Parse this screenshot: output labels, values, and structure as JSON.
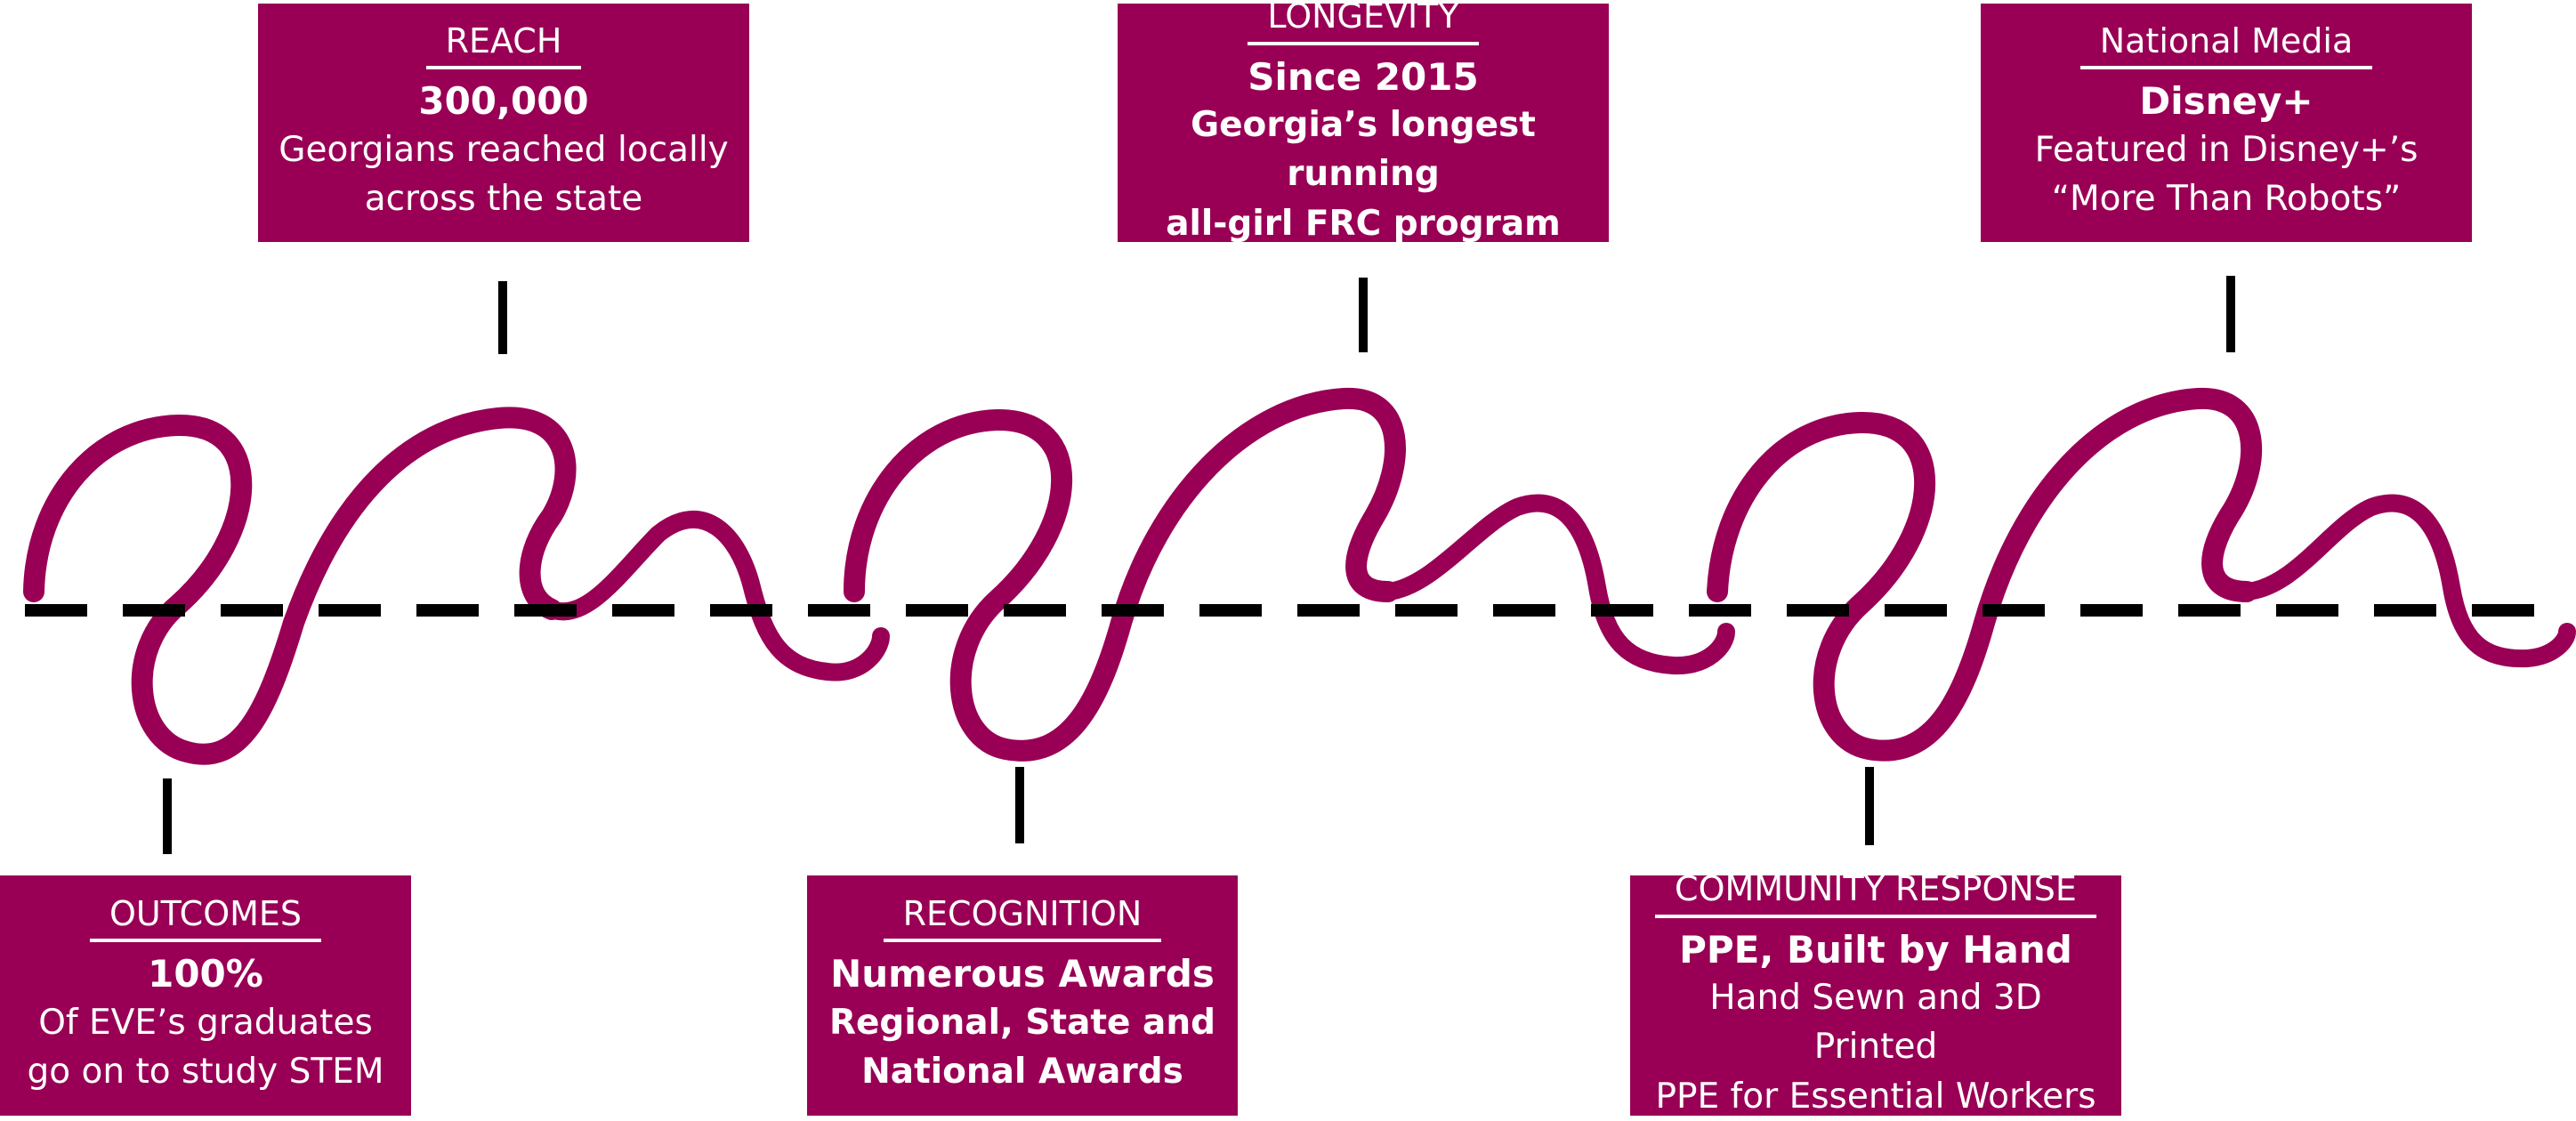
{
  "colors": {
    "accent": "#990055",
    "line": "#000000",
    "text_on_accent": "#ffffff",
    "background": "#ffffff"
  },
  "milestones_top": {
    "reach": {
      "heading": "REACH",
      "value": "300,000",
      "desc_line1": "Georgians reached locally",
      "desc_line2": "across the state"
    },
    "longevity": {
      "heading": "LONGEVITY",
      "value": "Since 2015",
      "desc_line1": "Georgia’s longest running",
      "desc_line2": "all-girl FRC program"
    },
    "media": {
      "heading": "National Media",
      "value": "Disney+",
      "desc_line1": "Featured in Disney+’s",
      "desc_line2": "“More Than Robots”"
    }
  },
  "milestones_bottom": {
    "outcomes": {
      "heading": "OUTCOMES",
      "value": "100%",
      "desc_line1": "Of EVE’s graduates",
      "desc_line2": "go on to study STEM"
    },
    "recognition": {
      "heading": "RECOGNITION",
      "value": "Numerous Awards",
      "desc_line1": "Regional, State and",
      "desc_line2": "National Awards"
    },
    "community": {
      "heading": "COMMUNITY RESPONSE",
      "value": "PPE, Built by Hand",
      "desc_line1": "Hand Sewn and 3D Printed",
      "desc_line2": "PPE for Essential Workers"
    }
  }
}
